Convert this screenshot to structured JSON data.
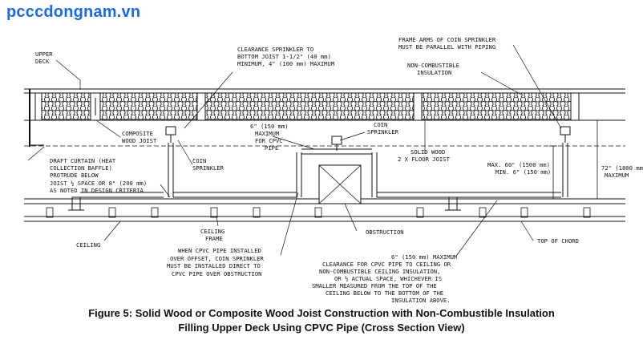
{
  "site_title": "pcccdongnam.vn",
  "labels": {
    "upper_deck": [
      "UPPER",
      "DECK"
    ],
    "clearance_sprinkler": [
      "CLEARANCE SPRINKLER TO",
      "BOTTOM JOIST 1-1/2\" (40 mm)",
      "MINIMUM, 4\" (100 mm) MAXIMUM"
    ],
    "frame_arms": [
      "FRAME ARMS OF COIN SPRINKLER",
      "MUST BE PARALLEL WITH PIPING"
    ],
    "non_combustible": [
      "NON-COMBUSTIBLE",
      "INSULATION"
    ],
    "composite_joist": [
      "COMPOSITE",
      "WOOD JOIST"
    ],
    "six_inch_max": [
      "6\" (150 mm)",
      "MAXIMUM",
      "FOR CPVC",
      "PIPE"
    ],
    "coin_sprinkler_top": [
      "COIN",
      "SPRINKLER"
    ],
    "solid_wood": [
      "SOLID WOOD",
      "2 X FLOOR JOIST"
    ],
    "draft_curtain": [
      "DRAFT CURTAIN (HEAT",
      "COLLECTION BAFFLE)",
      "PROTRUDE BELOW",
      "JOIST ½ SPACE OR 8\" (200 mm)",
      "AS NOTED IN DESIGN CRITERIA"
    ],
    "coin_sprinkler_left": [
      "COIN",
      "SPRINKLER"
    ],
    "max_min": [
      "MAX. 60\" (1500 mm)",
      "MIN. 6\" (150 mm)"
    ],
    "seventy_two": [
      "72\" (1800 mm)",
      "MAXIMUM"
    ],
    "ceiling_frame": [
      "CEILING",
      "FRAME"
    ],
    "obstruction": [
      "OBSTRUCTION"
    ],
    "ceiling": [
      "CEILING"
    ],
    "top_of_chord": [
      "TOP OF CHORD"
    ],
    "cpvc_offset": [
      "WHEN CPVC PIPE INSTALLED",
      "OVER OFFSET, COIN SPRINKLER",
      "MUST BE INSTALLED DIRECT TO",
      "CPVC PIPE OVER OBSTRUCTION"
    ],
    "clearance_cpvc": [
      "6\" (150 mm) MAXIMUM",
      "CLEARANCE FOR CPVC PIPE TO CEILING OR",
      "NON-COMBUSTIBLE CEILING INSULATION,",
      "OR ½ ACTUAL SPACE, WHICHEVER IS",
      "SMALLER MEASURED FROM THE TOP OF THE",
      "CEILING BELOW TO THE BOTTOM OF THE",
      "INSULATION ABOVE."
    ]
  },
  "caption": {
    "line1": "Figure 5:  Solid Wood or Composite Wood Joist Construction with Non-Combustible Insulation",
    "line2": "Filling Upper Deck Using CPVC Pipe (Cross Section View)"
  },
  "colors": {
    "site_title": "#1f6ad8",
    "insulation_fill": "#d9d9d9",
    "line": "#111111"
  }
}
